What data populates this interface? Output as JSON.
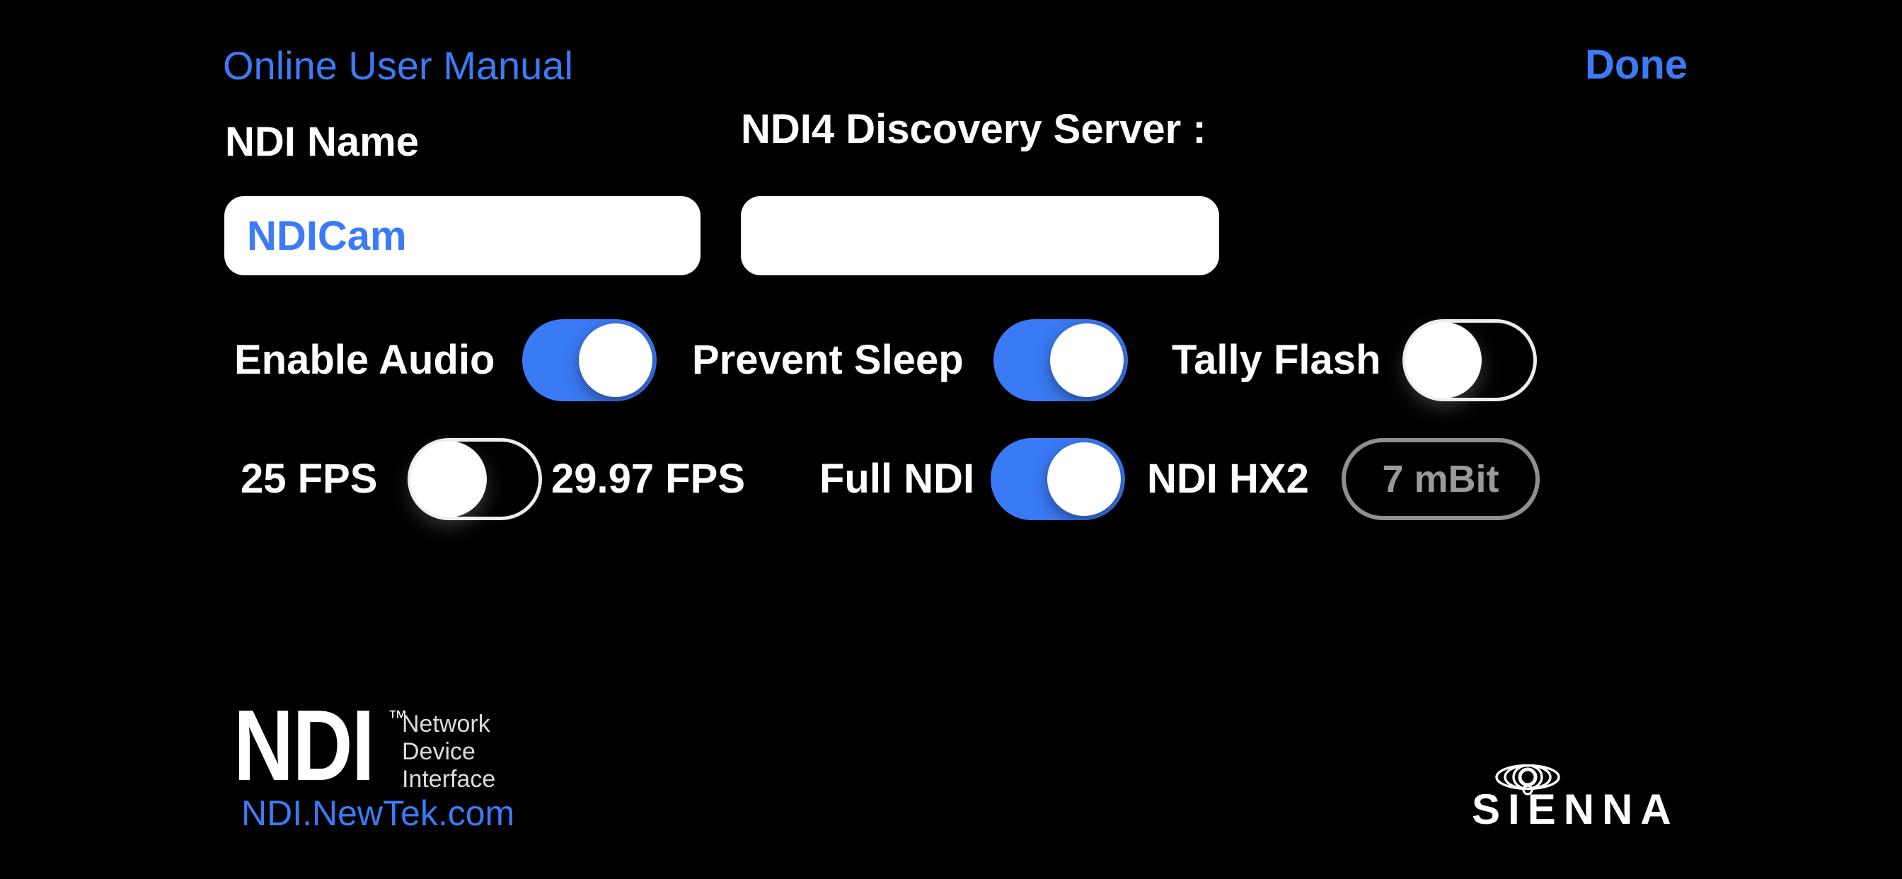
{
  "header": {
    "manual_link": "Online User Manual",
    "done_label": "Done"
  },
  "fields": {
    "ndi_name_label": "NDI Name",
    "ndi_name_value": "NDICam",
    "discovery_label": "NDI4 Discovery Server :",
    "discovery_value": ""
  },
  "toggles": {
    "enable_audio": {
      "label": "Enable Audio",
      "state": "on"
    },
    "prevent_sleep": {
      "label": "Prevent Sleep",
      "state": "on"
    },
    "tally_flash": {
      "label": "Tally Flash",
      "state": "off"
    },
    "fps": {
      "left_label": "25 FPS",
      "right_label": "29.97 FPS",
      "state": "off"
    },
    "ndi_mode": {
      "left_label": "Full NDI",
      "right_label": "NDI HX2",
      "state": "on"
    }
  },
  "bitrate_button_label": "7 mBit",
  "footer": {
    "ndi_logo_text": "NDI",
    "trademark": "™",
    "tagline_lines": [
      "Network",
      "Device",
      "Interface"
    ],
    "ndi_link": "NDI.NewTek.com",
    "sienna_text": "SIENNA"
  },
  "colors": {
    "background": "#000000",
    "accent_blue": "#3C7BF6",
    "toggle_on_blue": "#3B7AF5",
    "toggle_off_border": "#ECECEC",
    "bitrate_gray": "#9A9A9A",
    "label_white": "#FFFFFF"
  }
}
